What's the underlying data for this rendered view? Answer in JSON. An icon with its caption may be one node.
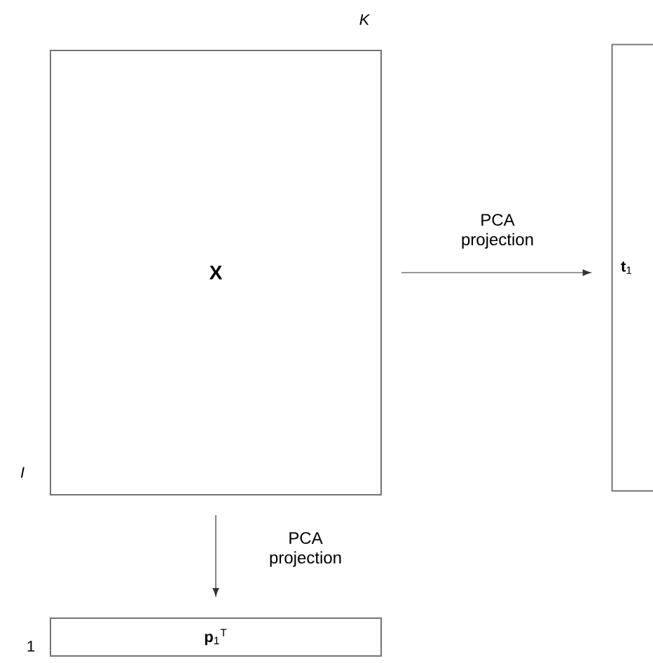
{
  "diagram": {
    "nodes": [
      {
        "text": [
          "X"
        ],
        "beside": [
          "K",
          "I"
        ]
      },
      {
        "text": [
          "**t**$_{1}$"
        ]
      },
      {
        "text": [
          "**p**$_{1}$$^{T}$"
        ],
        "beside": [
          "1"
        ]
      }
    ],
    "edges": [
      {
        "from": 0,
        "to": 1,
        "arrow": "to",
        "label": "PCA projection"
      },
      {
        "from": 0,
        "to": 2,
        "arrow": "to",
        "label": "PCA projection"
      }
    ]
  }
}
